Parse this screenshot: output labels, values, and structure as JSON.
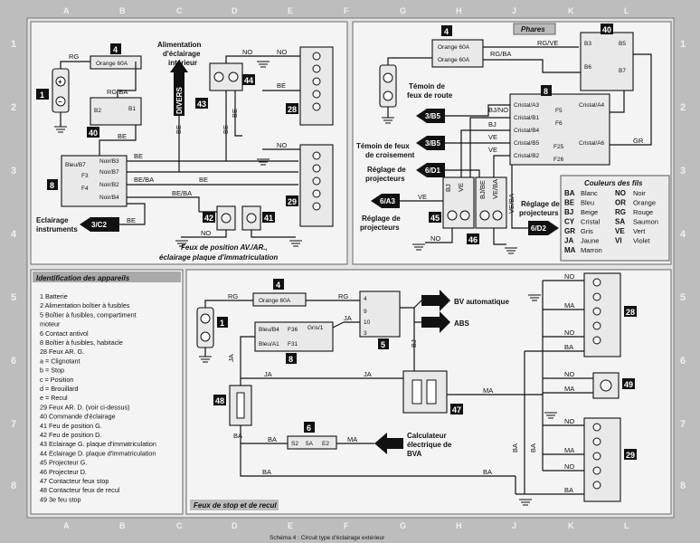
{
  "top_left": {
    "title_line1": "Feux de position AV./AR.,",
    "title_line2": "éclairage plaque d'immatriculation",
    "fuse_label": "Orange 60A",
    "alim_line1": "Alimentation",
    "alim_line2": "d'éclairage",
    "alim_line3": "intérieur",
    "divers": "DIVERS",
    "eclairage_line1": "Eclairage",
    "eclairage_line2": "instruments",
    "arrow_c2": "3/C2",
    "pins": [
      "Bleu/B7",
      "F3",
      "F4",
      "Noir/B3",
      "Noir/B7",
      "Noir/B2",
      "Noir/B4",
      "B2",
      "B1"
    ],
    "wires": [
      "RG",
      "RG/BA",
      "BE",
      "BE/BA",
      "NO"
    ]
  },
  "top_right": {
    "title": "Phares",
    "fuse_label_1": "Orange 60A",
    "fuse_label_2": "Orange 60A",
    "temoin_route_1": "Témoin de",
    "temoin_route_2": "feux de route",
    "temoin_crois_1": "Témoin de feux",
    "temoin_crois_2": "de croisement",
    "reglage_1": "Réglage de",
    "reglage_2": "projecteurs",
    "arrow_b5a": "3/B5",
    "arrow_b5b": "3/B5",
    "arrow_d1": "6/D1",
    "arrow_a3": "6/A3",
    "arrow_d2": "6/D2",
    "pins": [
      "Cristal/A3",
      "Cristal/B1",
      "Cristal/B4",
      "Cristal/B5",
      "Cristal/B2",
      "Cristal/A4",
      "Cristal/A6",
      "F5",
      "F6",
      "F25",
      "F26",
      "B3",
      "B5",
      "B6",
      "B7"
    ],
    "wires": [
      "RG/BA",
      "RG/VE",
      "BJ",
      "BJ/NO",
      "VE",
      "VE/BA",
      "BJ/BE",
      "GR",
      "NO"
    ]
  },
  "legend": {
    "title": "Couleurs des fils",
    "rows": [
      [
        "BA",
        "Blanc",
        "NO",
        "Noir"
      ],
      [
        "BE",
        "Bleu",
        "OR",
        "Orange"
      ],
      [
        "BJ",
        "Beige",
        "RG",
        "Rouge"
      ],
      [
        "CY",
        "Cristal",
        "SA",
        "Saumon"
      ],
      [
        "GR",
        "Gris",
        "VE",
        "Vert"
      ],
      [
        "JA",
        "Jaune",
        "VI",
        "Violet"
      ],
      [
        "MA",
        "Marron",
        "",
        ""
      ]
    ]
  },
  "appareils": {
    "title": "Identification des appareils",
    "items": [
      "1 Batterie",
      "2 Alimentation boîtier à fusibles",
      "5 Boîtier à fusibles, compartiment",
      "moteur",
      "6 Contact antivol",
      "8 Boîtier à fusibles, habitacle",
      "28 Feux AR. G.",
      "a = Clignotant",
      "b = Stop",
      "c = Position",
      "d = Brouillard",
      "e = Recul",
      "29 Feux AR. D. (voir ci-dessus)",
      "40 Commande d'éclairage",
      "41 Feu de position G.",
      "42 Feu de position D.",
      "43 Eclairage G. plaque d'immatriculation",
      "44 Eclairage D. plaque d'immatriculation",
      "45 Projecteur G.",
      "46 Projecteur D.",
      "47 Contacteur feux stop",
      "48 Contacteur feux de recul",
      "49 3e feu stop"
    ]
  },
  "bottom": {
    "title": "Feux de stop et de recul",
    "fuse_label": "Orange 60A",
    "bv_auto": "BV automatique",
    "abs": "ABS",
    "calc_1": "Calculateur",
    "calc_2": "électrique de",
    "calc_3": "BVA",
    "pins": [
      "Bleu/B4",
      "F36",
      "Gris/1",
      "Bleu/A1",
      "F31",
      "S2",
      "5A",
      "E2"
    ],
    "wires": [
      "RG",
      "JA",
      "BJ",
      "MA",
      "NO",
      "BA"
    ]
  },
  "grid": {
    "letters": [
      "A",
      "B",
      "C",
      "D",
      "E",
      "F",
      "G",
      "H",
      "J",
      "K",
      "L"
    ],
    "numbers": [
      "1",
      "2",
      "3",
      "4",
      "5",
      "6",
      "7",
      "8"
    ]
  },
  "footer": "Schéma 4 : Circuit type d'éclairage extérieur",
  "components": [
    "1",
    "4",
    "40",
    "8",
    "43",
    "44",
    "28",
    "29",
    "42",
    "41",
    "45",
    "46",
    "5",
    "6",
    "48",
    "47",
    "49"
  ]
}
